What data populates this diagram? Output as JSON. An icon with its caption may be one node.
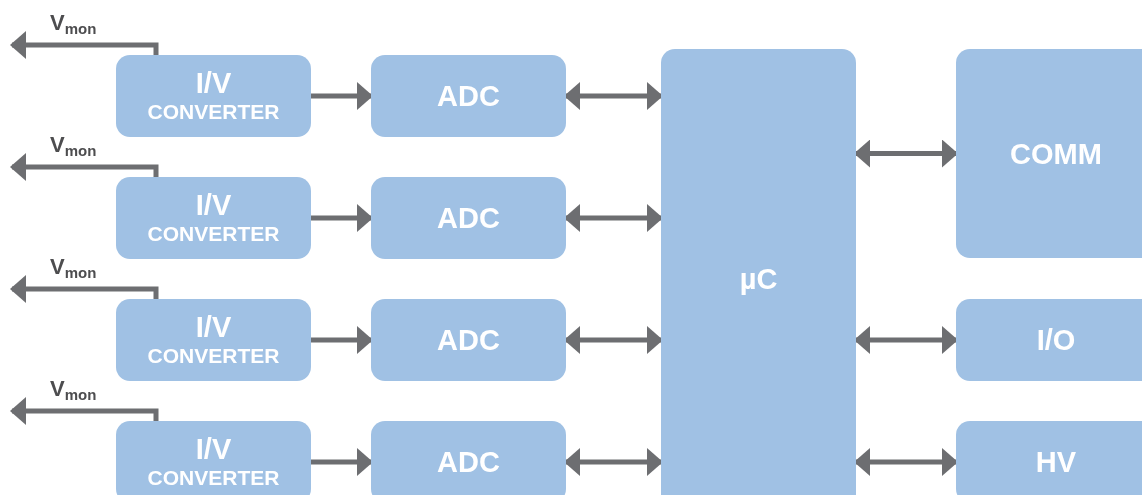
{
  "diagram": {
    "nodes": [
      {
        "text": [
          "I/V",
          "CONVERTER"
        ]
      },
      {
        "text": [
          "ADC"
        ]
      },
      {
        "text": [
          "I/V",
          "CONVERTER"
        ]
      },
      {
        "text": [
          "ADC"
        ]
      },
      {
        "text": [
          "I/V",
          "CONVERTER"
        ]
      },
      {
        "text": [
          "ADC"
        ]
      },
      {
        "text": [
          "I/V",
          "CONVERTER"
        ]
      },
      {
        "text": [
          "ADC"
        ]
      },
      {
        "text": [
          "µC"
        ]
      },
      {
        "text": [
          "COMM"
        ]
      },
      {
        "text": [
          "I/O"
        ]
      },
      {
        "text": [
          "HV"
        ]
      }
    ],
    "edges": [
      {
        "from": 0,
        "to": null,
        "arrow": "to",
        "label": "V$_{mon}$"
      },
      {
        "from": 2,
        "to": null,
        "arrow": "to",
        "label": "V$_{mon}$"
      },
      {
        "from": 4,
        "to": null,
        "arrow": "to",
        "label": "V$_{mon}$"
      },
      {
        "from": 6,
        "to": null,
        "arrow": "to",
        "label": "V$_{mon}$"
      },
      {
        "from": 0,
        "to": 1,
        "arrow": "to"
      },
      {
        "from": 2,
        "to": 3,
        "arrow": "to"
      },
      {
        "from": 4,
        "to": 5,
        "arrow": "to"
      },
      {
        "from": 6,
        "to": 7,
        "arrow": "to"
      },
      {
        "from": 1,
        "to": 8,
        "arrow": "both"
      },
      {
        "from": 3,
        "to": 8,
        "arrow": "both"
      },
      {
        "from": 5,
        "to": 8,
        "arrow": "both"
      },
      {
        "from": 7,
        "to": 8,
        "arrow": "both"
      },
      {
        "from": 8,
        "to": 9,
        "arrow": "both"
      },
      {
        "from": 8,
        "to": 10,
        "arrow": "both"
      },
      {
        "from": 8,
        "to": 11,
        "arrow": "both"
      }
    ]
  }
}
